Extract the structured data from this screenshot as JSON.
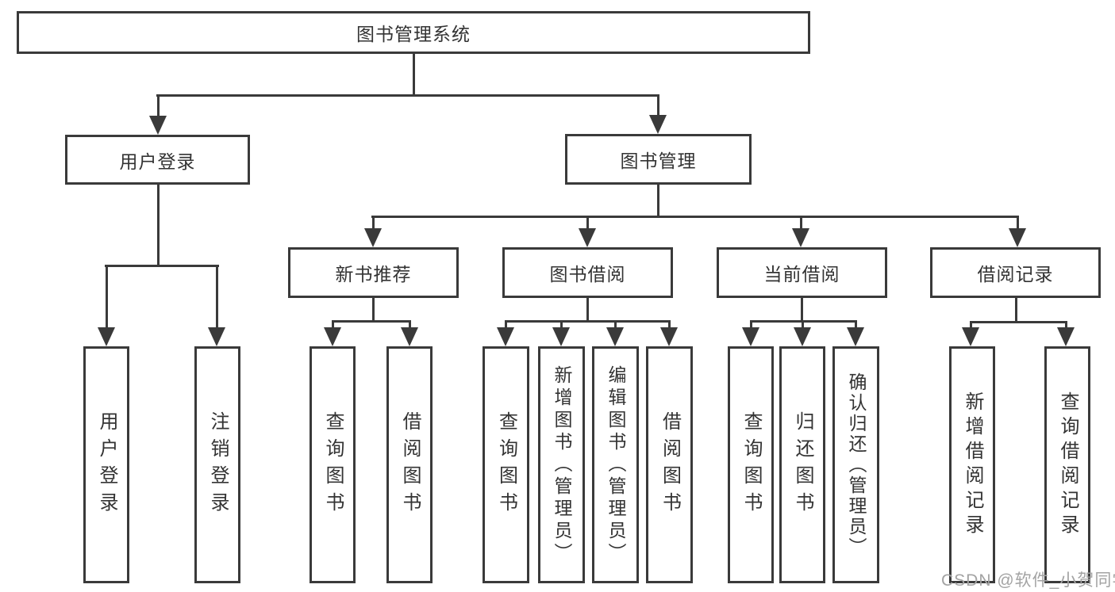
{
  "diagram": {
    "root": {
      "label": "图书管理系统"
    },
    "level2": [
      {
        "label": "用户登录"
      },
      {
        "label": "图书管理"
      }
    ],
    "level3": [
      {
        "label": "新书推荐"
      },
      {
        "label": "图书借阅"
      },
      {
        "label": "当前借阅"
      },
      {
        "label": "借阅记录"
      }
    ],
    "leaves": {
      "user_login": [
        {
          "label": "用户登录"
        },
        {
          "label": "注销登录"
        }
      ],
      "new_book_recommend": [
        {
          "label": "查询图书"
        },
        {
          "label": "借阅图书"
        }
      ],
      "book_borrow": [
        {
          "label": "查询图书"
        },
        {
          "label": "新增图书（管理员）"
        },
        {
          "label": "编辑图书（管理员）"
        },
        {
          "label": "借阅图书"
        }
      ],
      "current_borrow": [
        {
          "label": "查询图书"
        },
        {
          "label": "归还图书"
        },
        {
          "label": "确认归还（管理员）"
        }
      ],
      "borrow_record": [
        {
          "label": "新增借阅记录"
        },
        {
          "label": "查询借阅记录"
        }
      ]
    },
    "watermark": "CSDN @软件_小贺同学",
    "colors": {
      "line": "#3a3a3a",
      "text": "#333333",
      "watermark": "#a3a3a3"
    }
  }
}
